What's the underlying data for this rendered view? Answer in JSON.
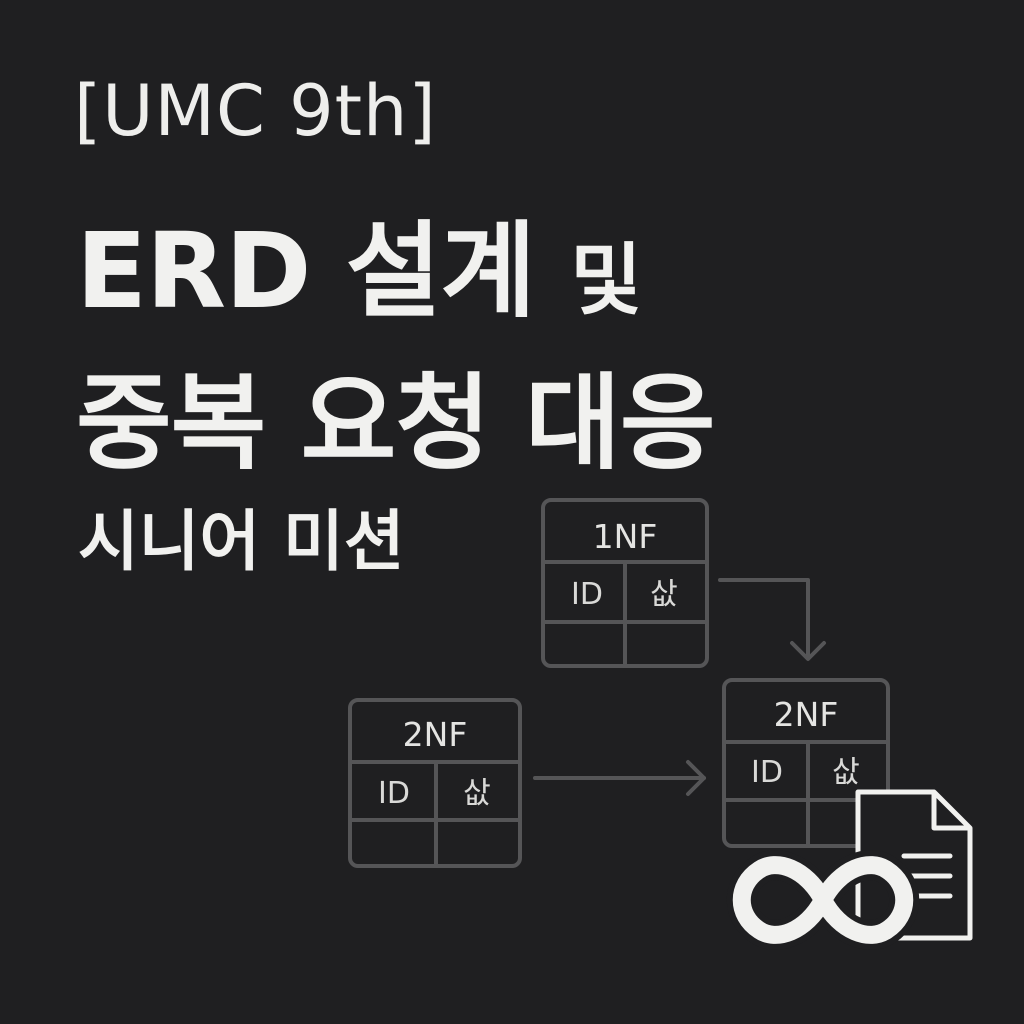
{
  "header": {
    "tag": "[UMC 9th]",
    "title_part1": "ERD 설계",
    "title_part2": "및",
    "title_line2": "중복 요청 대응",
    "subtitle": "시니어 미션"
  },
  "tables": [
    {
      "title": "1NF",
      "col1": "ID",
      "col2": "삾"
    },
    {
      "title": "2NF",
      "col1": "ID",
      "col2": "삾"
    },
    {
      "title": "2NF",
      "col1": "ID",
      "col2": "삾"
    }
  ],
  "colors": {
    "background": "#1f1f21",
    "text": "#f1f1ef",
    "table_stroke": "#555557",
    "icon": "#f1f1ef"
  },
  "icons": [
    "infinity-icon",
    "document-icon",
    "arrow-right-icon",
    "arrow-down-icon"
  ]
}
